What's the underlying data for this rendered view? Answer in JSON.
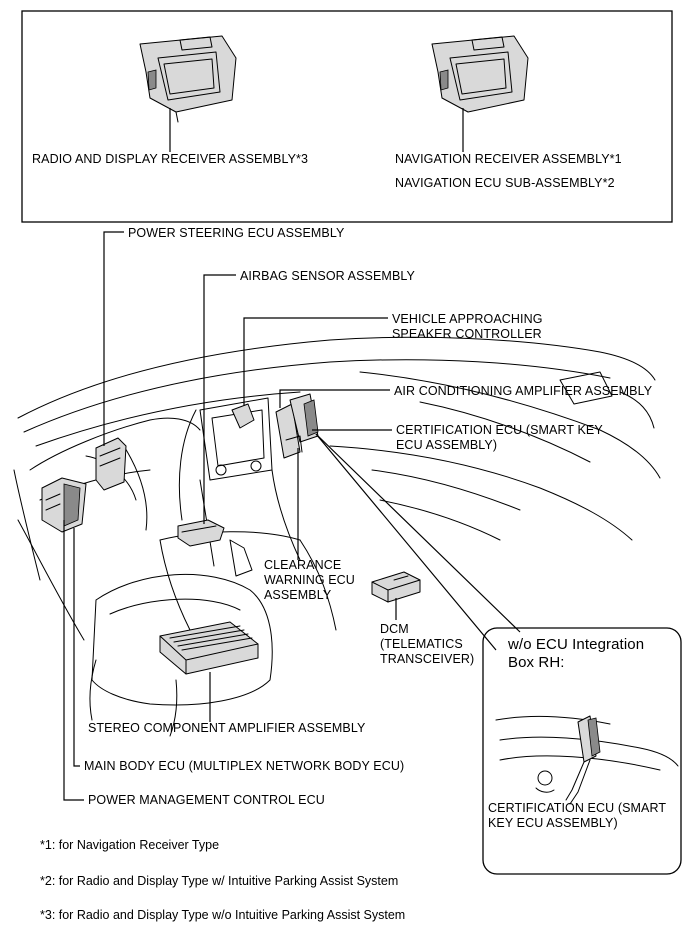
{
  "top_box": {
    "left_label": "RADIO AND DISPLAY RECEIVER ASSEMBLY*3",
    "right_label_1": "NAVIGATION RECEIVER ASSEMBLY*1",
    "right_label_2": "NAVIGATION ECU SUB-ASSEMBLY*2"
  },
  "labels": {
    "power_steering": "POWER STEERING ECU ASSEMBLY",
    "airbag": "AIRBAG SENSOR ASSEMBLY",
    "vehicle_approaching_1": "VEHICLE APPROACHING",
    "vehicle_approaching_2": "SPEAKER CONTROLLER",
    "air_conditioning": "AIR CONDITIONING AMPLIFIER ASSEMBLY",
    "certification_1": "CERTIFICATION ECU (SMART KEY",
    "certification_2": "ECU ASSEMBLY)",
    "clearance_1": "CLEARANCE",
    "clearance_2": "WARNING ECU",
    "clearance_3": "ASSEMBLY",
    "dcm_1": "DCM",
    "dcm_2": "(TELEMATICS",
    "dcm_3": "TRANSCEIVER)",
    "stereo": "STEREO COMPONENT AMPLIFIER ASSEMBLY",
    "main_body": "MAIN BODY ECU (MULTIPLEX NETWORK BODY ECU)",
    "power_management": "POWER MANAGEMENT CONTROL ECU"
  },
  "inset": {
    "title_1": "w/o ECU Integration",
    "title_2": "Box RH:",
    "label_1": "CERTIFICATION ECU (SMART",
    "label_2": "KEY ECU ASSEMBLY)"
  },
  "footnotes": {
    "note1": "*1: for Navigation Receiver Type",
    "note2": "*2: for Radio and Display Type w/ Intuitive Parking Assist System",
    "note3": "*3: for Radio and Display Type w/o Intuitive Parking Assist System"
  }
}
